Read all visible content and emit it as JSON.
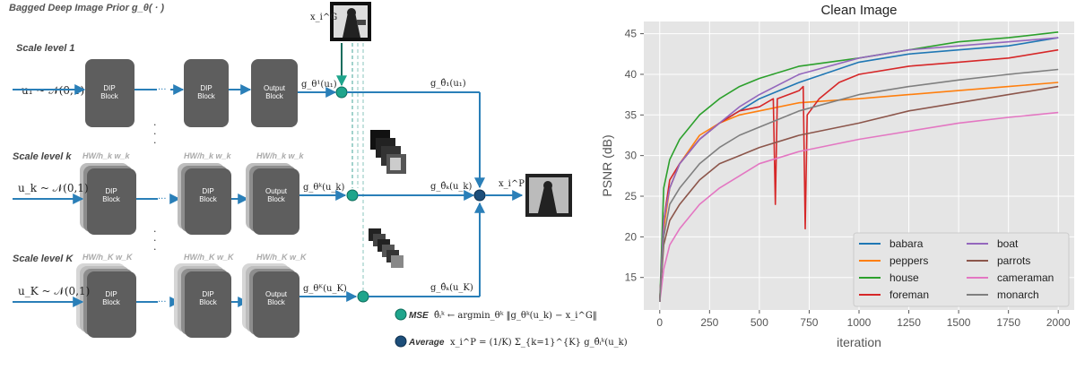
{
  "diagram": {
    "title": "Bagged Deep Image Prior g_θ( · )",
    "scale_labels": [
      "Scale level 1",
      "Scale level k",
      "Scale level K"
    ],
    "inputs": [
      "u₁ ~ 𝒩(0,1)",
      "u_k ~ 𝒩(0,1)",
      "u_K ~ 𝒩(0,1)"
    ],
    "block_dip": "DIP\nBlock",
    "block_output": "Output\nBlock",
    "dots": "···",
    "stack_labels_k": "HW/h_k w_k",
    "stack_labels_K": "HW/h_K w_K",
    "row_outputs": [
      "g_θ¹(u₁)",
      "g_θᵏ(u_k)",
      "g_θᴷ(u_K)"
    ],
    "hat_outputs": [
      "g_θ̂₁(u₁)",
      "g_θ̂ₖ(u_k)",
      "g_θ̂ₖ(u_K)"
    ],
    "target_label": "x_i^G",
    "result_label": "x_i^P",
    "legend_mse_label": "MSE",
    "legend_mse_formula": "θ̂ᵢᵏ ← argmin_θᵏ ‖g_θᵏ(u_k) − x_i^G‖",
    "legend_avg_label": "Average",
    "legend_avg_formula": "x_i^P = (1/K) Σ_{k=1}^{K} g_θ̂ᵢᵏ(u_k)",
    "colors": {
      "mse": "#1fa58c",
      "avg": "#1d4e7a",
      "arrow": "#2a7fb8",
      "block": "#5e5e5e"
    }
  },
  "chart_data": {
    "type": "line",
    "title": "Clean Image",
    "xlabel": "iteration",
    "ylabel": "PSNR (dB)",
    "xlim": [
      -80,
      2080
    ],
    "ylim": [
      11,
      46.5
    ],
    "xticks": [
      0,
      250,
      500,
      750,
      1000,
      1250,
      1500,
      1750,
      2000
    ],
    "yticks": [
      15,
      20,
      25,
      30,
      35,
      40,
      45
    ],
    "grid": true,
    "legend_position": "lower-right",
    "series": [
      {
        "name": "babara",
        "color": "#1f77b4",
        "x": [
          0,
          20,
          50,
          100,
          200,
          300,
          400,
          500,
          700,
          1000,
          1250,
          1500,
          1750,
          2000
        ],
        "y": [
          12,
          22,
          26,
          29,
          32,
          34,
          35.5,
          37,
          39,
          41.5,
          42.5,
          43,
          43.5,
          44.5
        ]
      },
      {
        "name": "peppers",
        "color": "#ff7f0e",
        "x": [
          0,
          20,
          50,
          100,
          200,
          300,
          400,
          500,
          700,
          1000,
          1250,
          1500,
          1750,
          2000
        ],
        "y": [
          12,
          21,
          26,
          29,
          32.5,
          34,
          35,
          35.5,
          36.5,
          37,
          37.5,
          38,
          38.5,
          39
        ]
      },
      {
        "name": "house",
        "color": "#2ca02c",
        "x": [
          0,
          20,
          50,
          100,
          200,
          300,
          400,
          500,
          700,
          1000,
          1250,
          1500,
          1750,
          2000
        ],
        "y": [
          12,
          26,
          29.5,
          32,
          35,
          37,
          38.5,
          39.5,
          41,
          42,
          43,
          44,
          44.5,
          45.2
        ]
      },
      {
        "name": "foreman",
        "color": "#d62728",
        "x": [
          0,
          20,
          50,
          100,
          200,
          300,
          400,
          500,
          570,
          580,
          590,
          700,
          720,
          730,
          740,
          800,
          900,
          1000,
          1250,
          1500,
          1750,
          2000
        ],
        "y": [
          12,
          22,
          27,
          29,
          32,
          34,
          35.5,
          36,
          37,
          24,
          37,
          38,
          38.5,
          21,
          35,
          37,
          39,
          40,
          41,
          41.5,
          42,
          43
        ]
      },
      {
        "name": "boat",
        "color": "#9467bd",
        "x": [
          0,
          20,
          50,
          100,
          200,
          300,
          400,
          500,
          700,
          1000,
          1250,
          1500,
          1750,
          2000
        ],
        "y": [
          12,
          22,
          26,
          29,
          32,
          34,
          36,
          37.5,
          40,
          42,
          43,
          43.5,
          44,
          44.5
        ]
      },
      {
        "name": "parrots",
        "color": "#8c564b",
        "x": [
          0,
          20,
          50,
          100,
          200,
          300,
          400,
          500,
          700,
          1000,
          1250,
          1500,
          1750,
          2000
        ],
        "y": [
          12,
          19,
          22,
          24,
          27,
          29,
          30,
          31,
          32.5,
          34,
          35.5,
          36.5,
          37.5,
          38.5
        ]
      },
      {
        "name": "cameraman",
        "color": "#e377c2",
        "x": [
          0,
          20,
          50,
          100,
          200,
          300,
          400,
          500,
          700,
          1000,
          1250,
          1500,
          1750,
          2000
        ],
        "y": [
          12,
          16,
          19,
          21,
          24,
          26,
          27.5,
          29,
          30.5,
          32,
          33,
          34,
          34.7,
          35.3
        ]
      },
      {
        "name": "monarch",
        "color": "#7f7f7f",
        "x": [
          0,
          20,
          50,
          100,
          200,
          300,
          400,
          500,
          700,
          1000,
          1250,
          1500,
          1750,
          2000
        ],
        "y": [
          12,
          20,
          24,
          26,
          29,
          31,
          32.5,
          33.5,
          35.5,
          37.5,
          38.5,
          39.3,
          40,
          40.6
        ]
      }
    ]
  }
}
